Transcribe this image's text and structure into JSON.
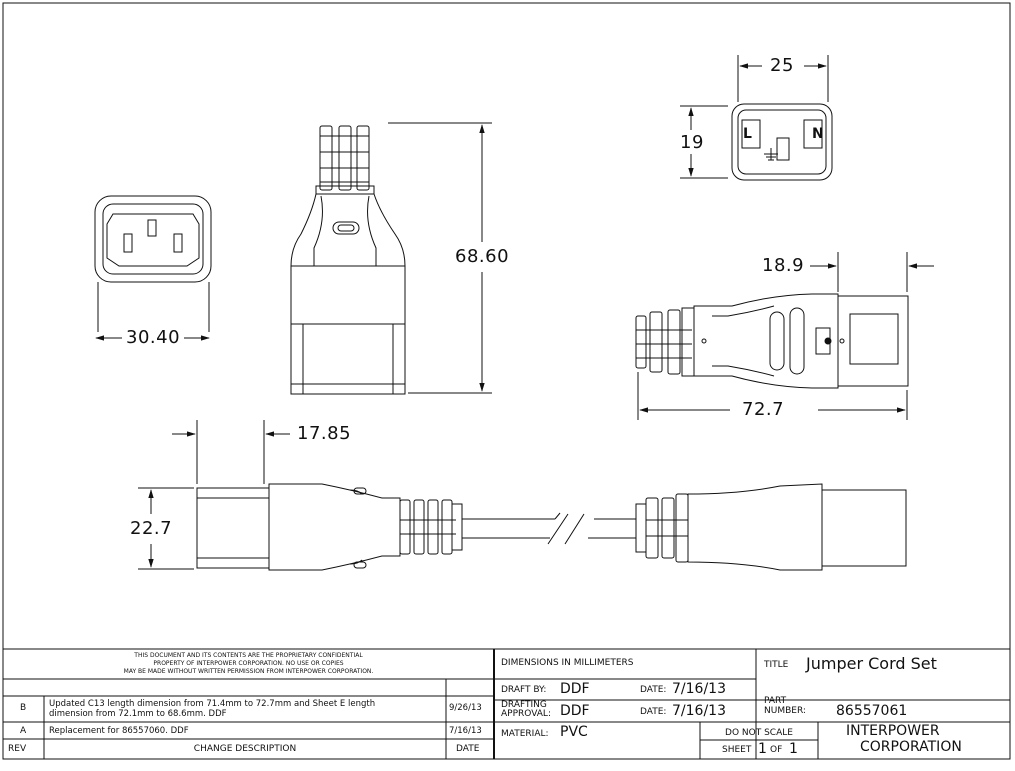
{
  "dimensions": {
    "front_width": "30.40",
    "side_height": "68.60",
    "face_width": "25",
    "face_height": "19",
    "plug_length": "18.9",
    "overall_length": "72.7",
    "boot_width": "17.85",
    "assembly_height": "22.7"
  },
  "face_labels": {
    "left": "L",
    "right": "N"
  },
  "title_block": {
    "confidential_line1": "THIS DOCUMENT AND ITS CONTENTS ARE THE PROPRIETARY CONFIDENTIAL",
    "confidential_line2": "PROPERTY OF INTERPOWER CORPORATION.  NO USE OR COPIES",
    "confidential_line3": "MAY BE MADE WITHOUT WRITTEN PERMISSION FROM INTERPOWER CORPORATION.",
    "revisions": [
      {
        "rev": "B",
        "desc_line1": "Updated C13 length dimension from 71.4mm to 72.7mm and Sheet E length",
        "desc_line2": "dimension from 72.1mm to 68.6mm. DDF",
        "date": "9/26/13"
      },
      {
        "rev": "A",
        "desc_line1": "Replacement for 86557060.  DDF",
        "desc_line2": "",
        "date": "7/16/13"
      }
    ],
    "rev_header": "REV",
    "desc_header": "CHANGE DESCRIPTION",
    "date_header": "DATE",
    "units": "DIMENSIONS IN MILLIMETERS",
    "draft_label": "DRAFT BY:",
    "draft_by": "DDF",
    "date_label": "DATE:",
    "draft_date": "7/16/13",
    "approval_label_1": "DRAFTING",
    "approval_label_2": "APPROVAL:",
    "approval_by": "DDF",
    "approval_date": "7/16/13",
    "material_label": "MATERIAL:",
    "material": "PVC",
    "scale_note": "DO NOT SCALE",
    "sheet_label": "SHEET",
    "sheet_num": "1",
    "sheet_of": "OF",
    "sheet_total": "1",
    "title_label": "TITLE",
    "title": "Jumper Cord Set",
    "part_label_1": "PART",
    "part_label_2": "NUMBER:",
    "part_number": "86557061",
    "company_1": "INTERPOWER",
    "company_2": "CORPORATION"
  }
}
